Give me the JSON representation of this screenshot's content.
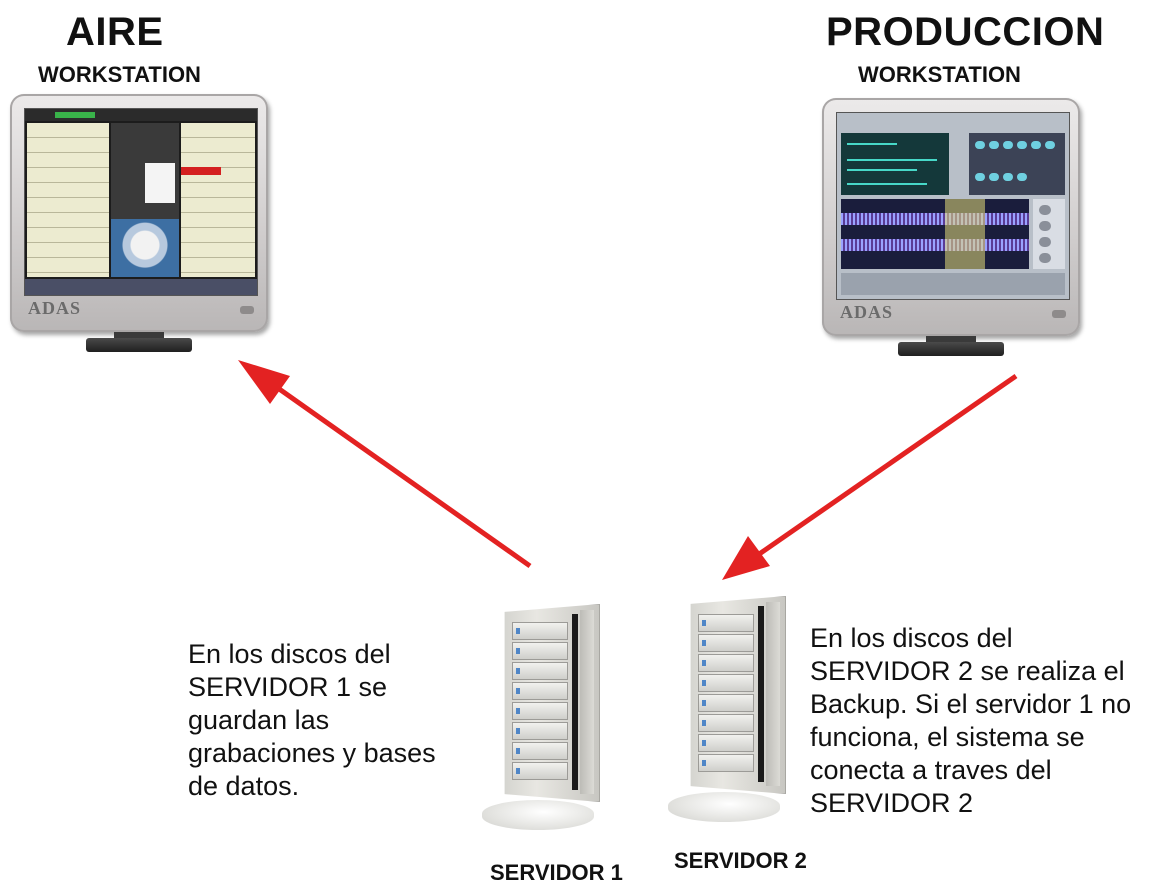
{
  "workstations": {
    "aire": {
      "title": "AIRE",
      "subtitle": "WORKSTATION",
      "brand": "ADAS"
    },
    "produccion": {
      "title": "PRODUCCION",
      "subtitle": "WORKSTATION",
      "brand": "ADAS"
    }
  },
  "servers": {
    "servidor1": {
      "label": "SERVIDOR 1"
    },
    "servidor2": {
      "label": "SERVIDOR 2"
    }
  },
  "descriptions": {
    "servidor1": [
      "En los discos del",
      "SERVIDOR 1 se",
      "guardan las",
      "grabaciones y bases",
      "de datos."
    ],
    "servidor2": [
      "En los discos del",
      "SERVIDOR 2 se realiza el",
      "Backup. Si el servidor 1 no",
      "funciona, el sistema se",
      "conecta a traves del",
      "SERVIDOR 2"
    ]
  },
  "colors": {
    "arrow": "#e32222"
  }
}
